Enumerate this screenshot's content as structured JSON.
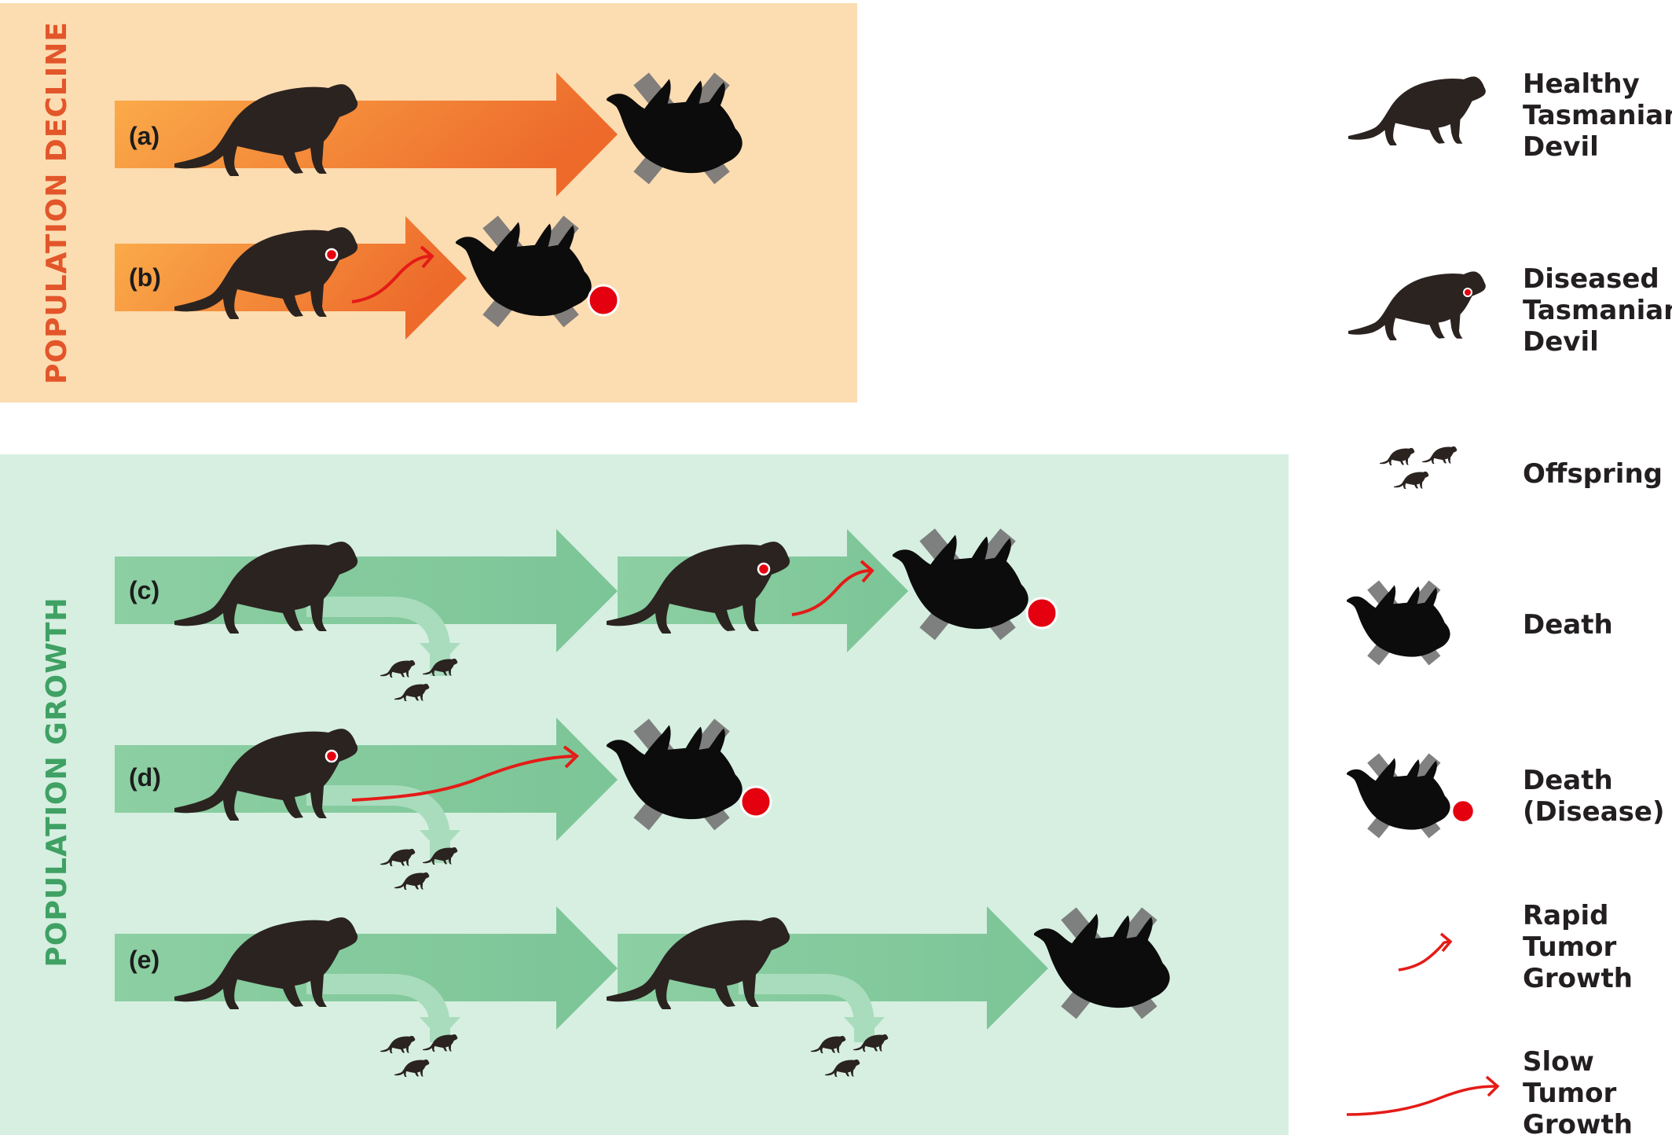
{
  "panels": {
    "decline": {
      "title": "POPULATION DECLINE",
      "bg": "#fcdcb1",
      "title_color": "#e2562a"
    },
    "growth": {
      "title": "POPULATION GROWTH",
      "bg": "#d6efe1",
      "title_color": "#3fa163"
    }
  },
  "rows": {
    "a": {
      "label": "(a)"
    },
    "b": {
      "label": "(b)"
    },
    "c": {
      "label": "(c)"
    },
    "d": {
      "label": "(d)"
    },
    "e": {
      "label": "(e)"
    }
  },
  "legend": {
    "healthy": [
      "Healthy",
      "Tasmanian",
      "Devil"
    ],
    "diseased": [
      "Diseased",
      "Tasmanian",
      "Devil"
    ],
    "offspring": [
      "Offspring"
    ],
    "death": [
      "Death"
    ],
    "death_disease": [
      "Death",
      "(Disease)"
    ],
    "rapid": [
      "Rapid",
      "Tumor",
      "Growth"
    ],
    "slow": [
      "Slow",
      "Tumor",
      "Growth"
    ]
  },
  "icons": {
    "devil": "healthy-devil-icon",
    "diseased": "diseased-devil-icon",
    "offspring": "offspring-icon",
    "dead": "dead-devil-icon",
    "tumor": "tumor-dot-icon"
  },
  "colors": {
    "silhouette": "#2b2320",
    "dead_silhouette": "#0c0c0c",
    "tumor": "#e4000f",
    "tumor_arrow": "#e41b17",
    "cross": "#777777",
    "orange_arrow_start": "#fbad4a",
    "orange_arrow_end": "#ee6a2a",
    "green_arrow": "#8fcfa4",
    "legend_text": "#231f20"
  }
}
